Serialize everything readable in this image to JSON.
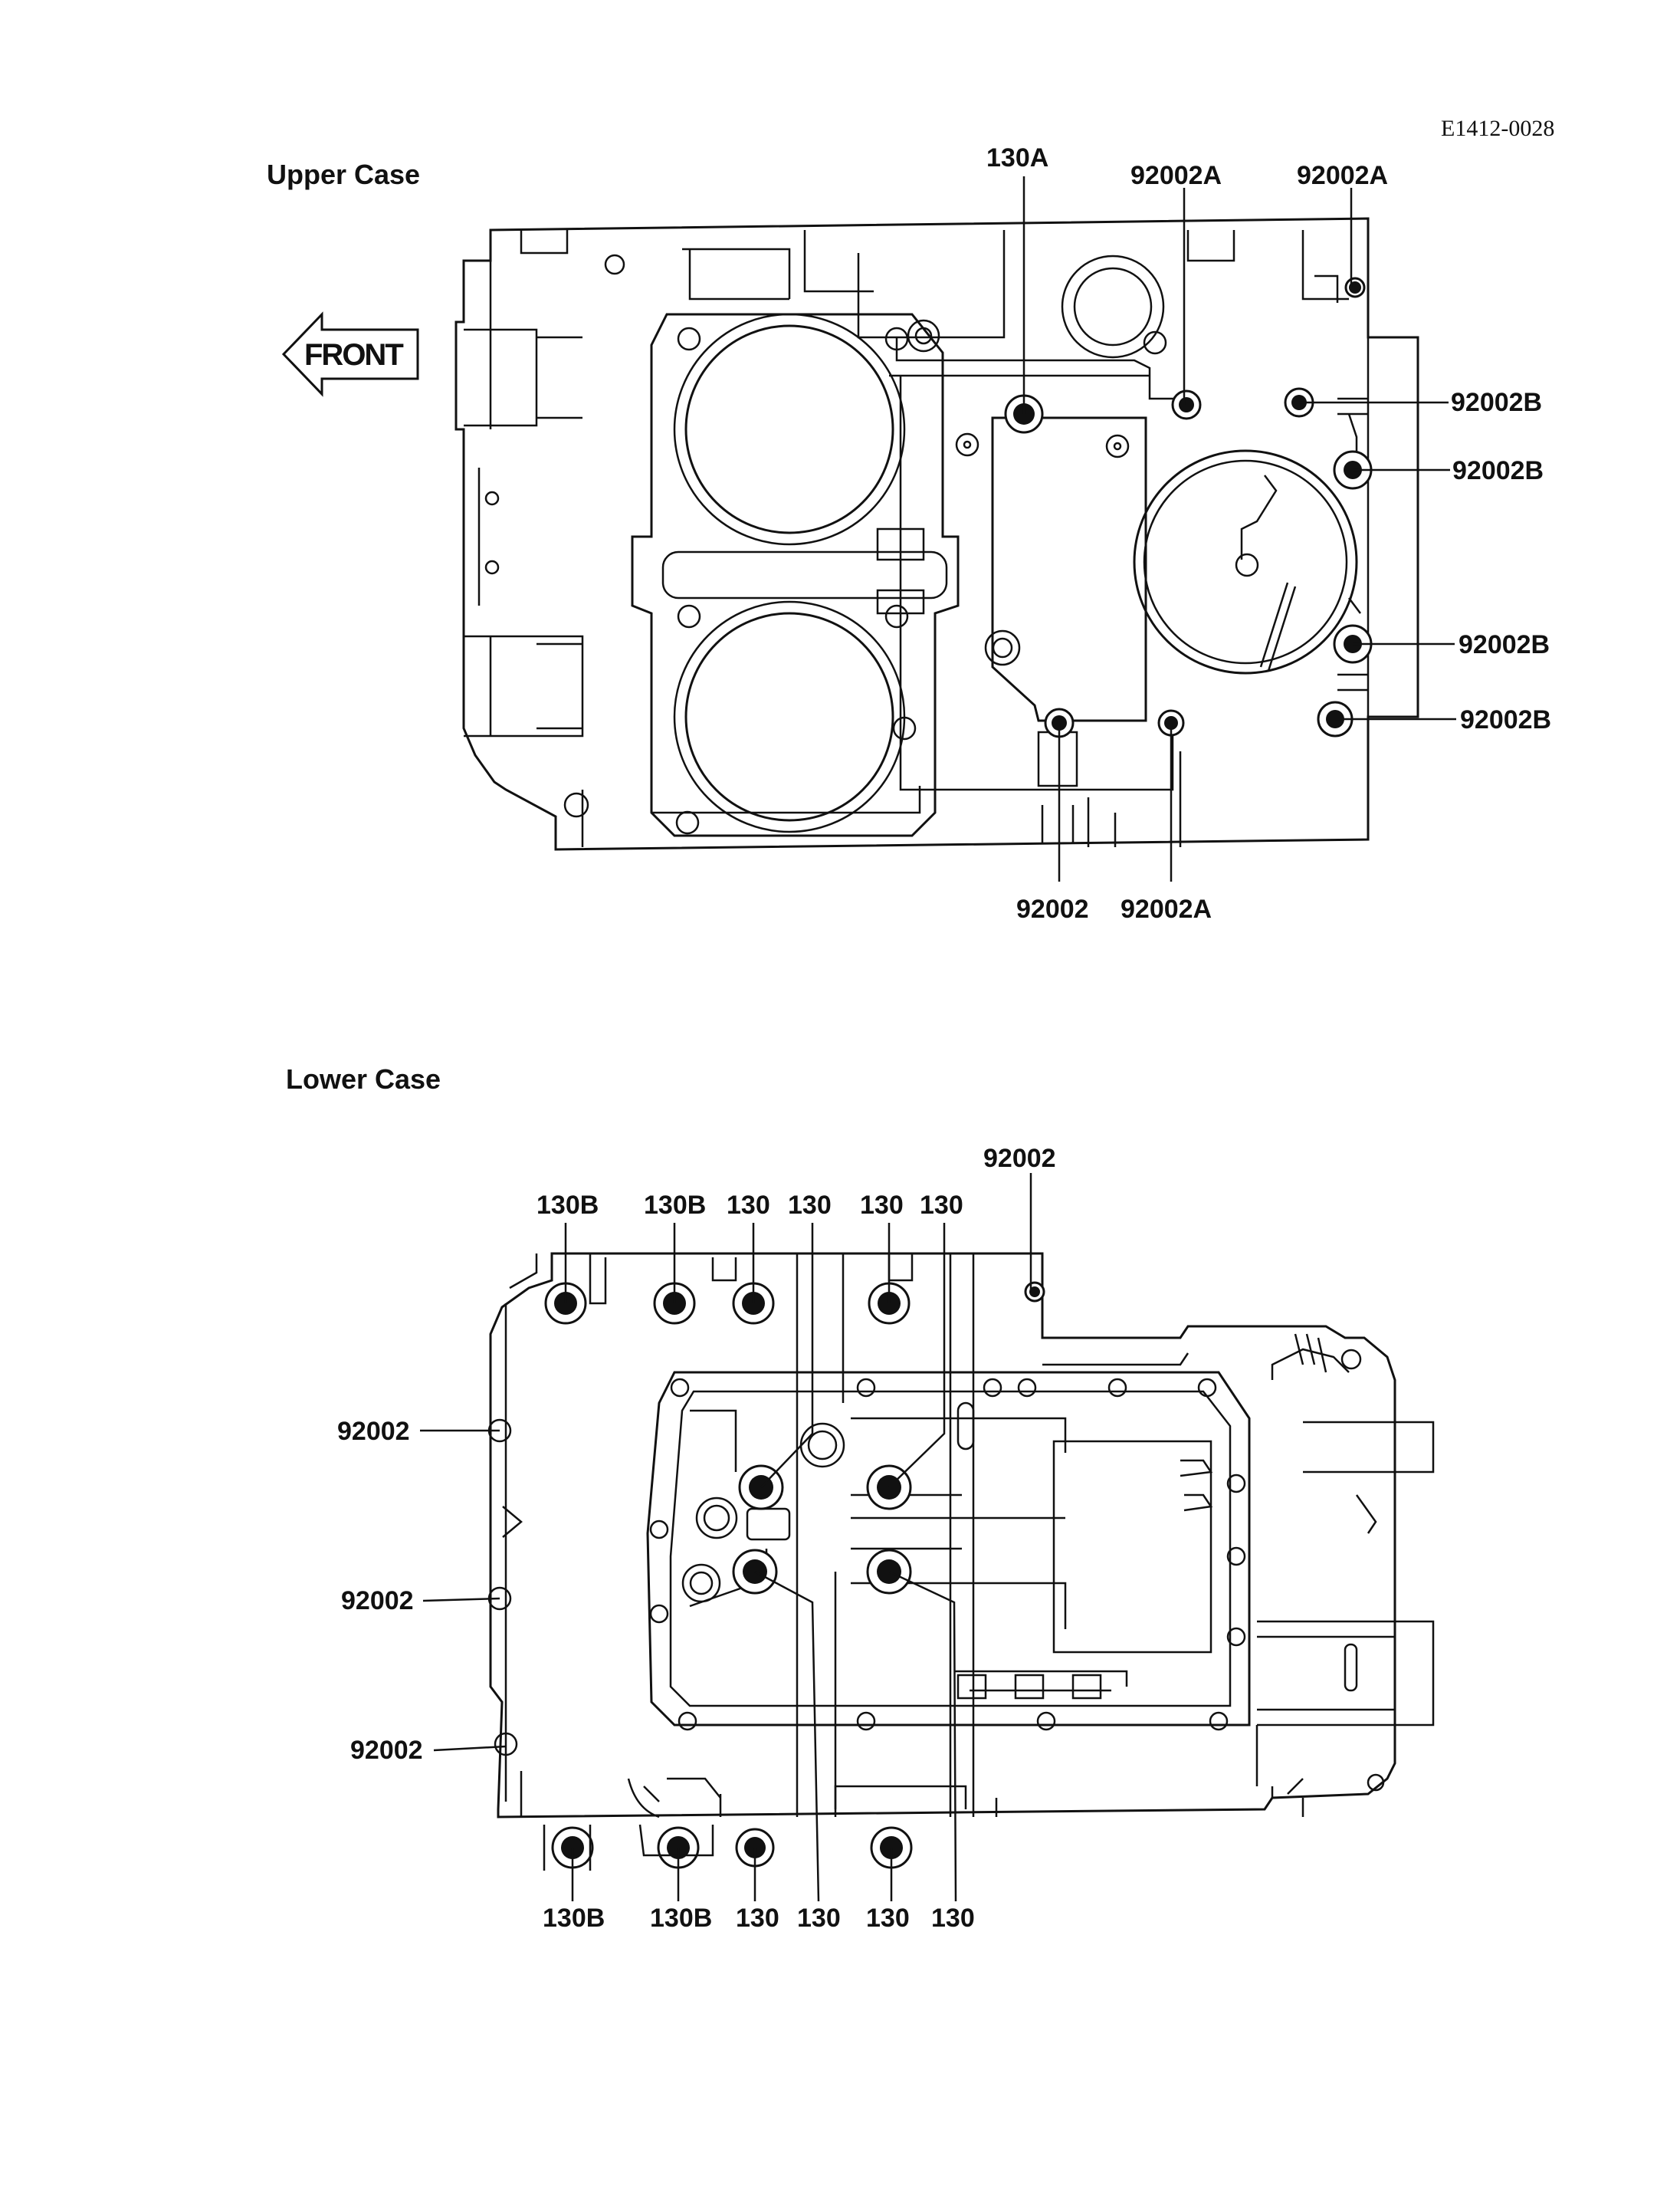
{
  "drawing_code": "E1412-0028",
  "upper_case": {
    "title": "Upper Case",
    "front_label": "FRONT",
    "callouts": {
      "c130a": "130A",
      "c92002a_top1": "92002A",
      "c92002a_top2": "92002A",
      "c92002b_1": "92002B",
      "c92002b_2": "92002B",
      "c92002b_3": "92002B",
      "c92002b_4": "92002B",
      "c92002_bottom": "92002",
      "c92002a_bottom": "92002A"
    }
  },
  "lower_case": {
    "title": "Lower Case",
    "callouts": {
      "top_92002": "92002",
      "top": [
        "130B",
        "130B",
        "130",
        "130",
        "130",
        "130"
      ],
      "left": [
        "92002",
        "92002",
        "92002"
      ],
      "bottom": [
        "130B",
        "130B",
        "130",
        "130",
        "130",
        "130"
      ]
    }
  }
}
